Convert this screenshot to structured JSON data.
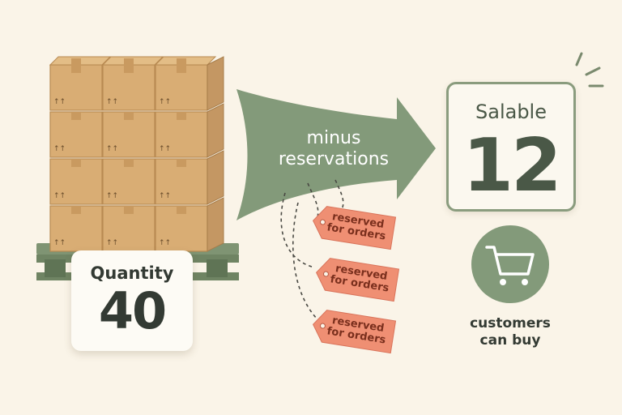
{
  "inventory": {
    "quantity_label": "Quantity",
    "quantity_value": "40"
  },
  "process": {
    "arrow_label_line1": "minus",
    "arrow_label_line2": "reservations",
    "tags": [
      {
        "line1": "reserved",
        "line2": "for orders"
      },
      {
        "line1": "reserved",
        "line2": "for orders"
      },
      {
        "line1": "reserved",
        "line2": "for orders"
      }
    ]
  },
  "result": {
    "salable_label": "Salable",
    "salable_value": "12",
    "customers_line1": "customers",
    "customers_line2": "can buy"
  },
  "colors": {
    "background": "#faf4e8",
    "arrow_green": "#839a7a",
    "box_cardboard": "#d9ad74",
    "tag_salmon": "#ef8f73",
    "pallet_green": "#6f8463",
    "cart_circle": "#839a7a"
  },
  "icons": [
    "cardboard-box-icon",
    "pallet-icon",
    "price-tag-icon",
    "shopping-cart-icon",
    "sparkle-icon"
  ]
}
